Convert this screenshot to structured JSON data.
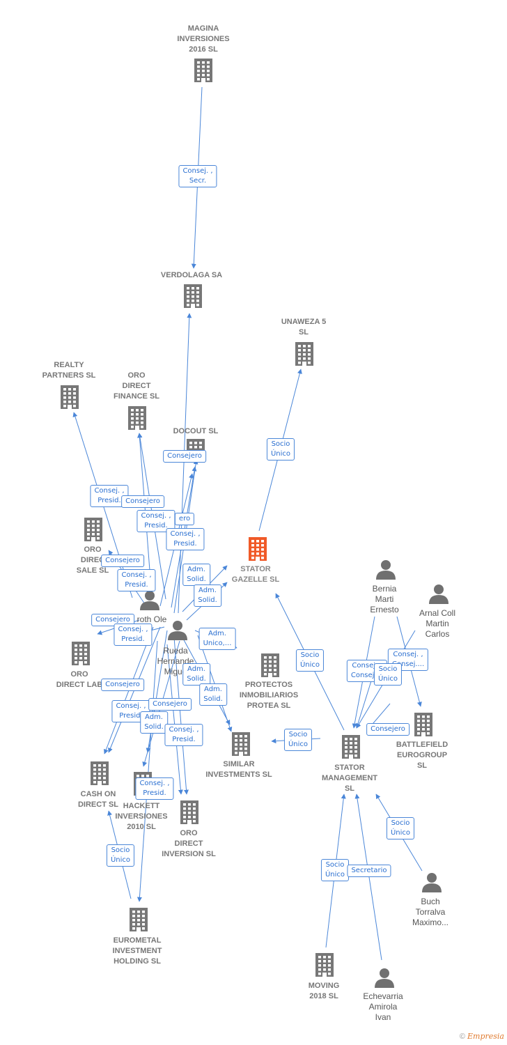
{
  "colors": {
    "edge": "#4a86d8",
    "company": "#777777",
    "focus": "#f05a28",
    "person": "#707070"
  },
  "nodes": [
    {
      "id": "magina",
      "type": "company",
      "label": "MAGINA\nINVERSIONES\n2016  SL"
    },
    {
      "id": "verdolaga",
      "type": "company",
      "label": "VERDOLAGA SA"
    },
    {
      "id": "unaweza",
      "type": "company",
      "label": "UNAWEZA 5\nSL"
    },
    {
      "id": "realty",
      "type": "company",
      "label": "REALTY\nPARTNERS  SL"
    },
    {
      "id": "orofinance",
      "type": "company",
      "label": "ORO\nDIRECT\nFINANCE  SL"
    },
    {
      "id": "docout",
      "type": "company",
      "label": "DOCOUT SL"
    },
    {
      "id": "orosale",
      "type": "company",
      "label": "ORO\nDIREC\nSALE SL"
    },
    {
      "id": "stator",
      "type": "focus",
      "label": "STATOR\nGAZELLE  SL"
    },
    {
      "id": "roth",
      "type": "person",
      "label": "roth Ole"
    },
    {
      "id": "rueda",
      "type": "person",
      "label": "Rueda\nHernande\nMigue"
    },
    {
      "id": "bernia",
      "type": "person",
      "label": "Bernia\nMarti\nErnesto"
    },
    {
      "id": "arnal",
      "type": "person",
      "label": "Arnal Coll\nMartin\nCarlos"
    },
    {
      "id": "orolab",
      "type": "company",
      "label": "ORO\nDIRECT LAB"
    },
    {
      "id": "protectos",
      "type": "company",
      "label": "PROTECTOS\nINMOBILIARIOS\nPROTEA  SL"
    },
    {
      "id": "battlefield",
      "type": "company",
      "label": "BATTLEFIELD\nEUROGROUP\nSL"
    },
    {
      "id": "similar",
      "type": "company",
      "label": "SIMILAR\nINVESTMENTS SL"
    },
    {
      "id": "statormgmt",
      "type": "company",
      "label": "STATOR\nMANAGEMENT\nSL"
    },
    {
      "id": "cashon",
      "type": "company",
      "label": "CASH ON\nDIRECT  SL"
    },
    {
      "id": "hackett",
      "type": "company",
      "label": "HACKETT\nINVERSIONES\n2010 SL"
    },
    {
      "id": "oroinversion",
      "type": "company",
      "label": "ORO\nDIRECT\nINVERSION SL"
    },
    {
      "id": "buch",
      "type": "person",
      "label": "Buch\nTorralva\nMaximo..."
    },
    {
      "id": "eurometal",
      "type": "company",
      "label": "EUROMETAL\nINVESTMENT\nHOLDING SL"
    },
    {
      "id": "moving",
      "type": "company",
      "label": "MOVING\n2018  SL"
    },
    {
      "id": "echevarria",
      "type": "person",
      "label": "Echevarria\nAmirola\nIvan"
    }
  ],
  "edge_labels": [
    "Consej. ,\nSecr.",
    "Socio\nÚnico",
    "Consejero",
    "Consej. ,\nPresid.",
    "Consejero",
    "Consej. ,\nPresid.",
    "ero",
    "Consej. ,\nPresid.",
    "Consejero",
    "Consej. ,\nPresid.",
    "Adm.\nSolid.",
    "Adm.\nSolid.",
    "Consejero",
    "Consej. ,\nPresid.",
    "Adm.\nUnico,...",
    "Socio\nÚnico",
    "Consejero",
    "Consej. ,\nPresid.",
    "Adm.\nSolid.",
    "Adm.\nSolid.",
    "Consejero",
    "Adm.\nSolid.",
    "Consej. ,\nPresid.",
    "Consej. ,\nPresid.",
    "Socio\nÚnico",
    "Socio\nÚnico",
    "Consej. ,\nConsej....",
    "Consej. ,\nConsej....",
    "Socio\nÚnico",
    "Consejero",
    "Socio\nÚnico",
    "Socio\nÚnico",
    "Secretario"
  ],
  "footer": {
    "copyright": "©",
    "brand": "Empresia"
  }
}
